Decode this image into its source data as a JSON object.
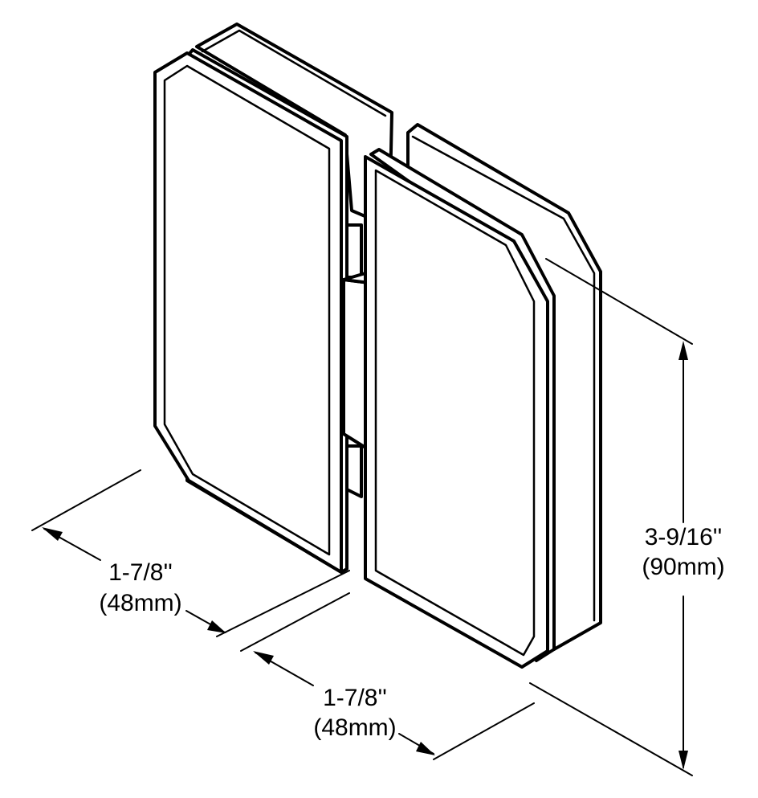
{
  "dimensions": {
    "left_width": {
      "imperial": "1-7/8''",
      "metric": "(48mm)"
    },
    "right_width": {
      "imperial": "1-7/8''",
      "metric": "(48mm)"
    },
    "height": {
      "imperial": "3-9/16''",
      "metric": "(90mm)"
    }
  },
  "colors": {
    "line": "#000000",
    "background": "#ffffff"
  }
}
